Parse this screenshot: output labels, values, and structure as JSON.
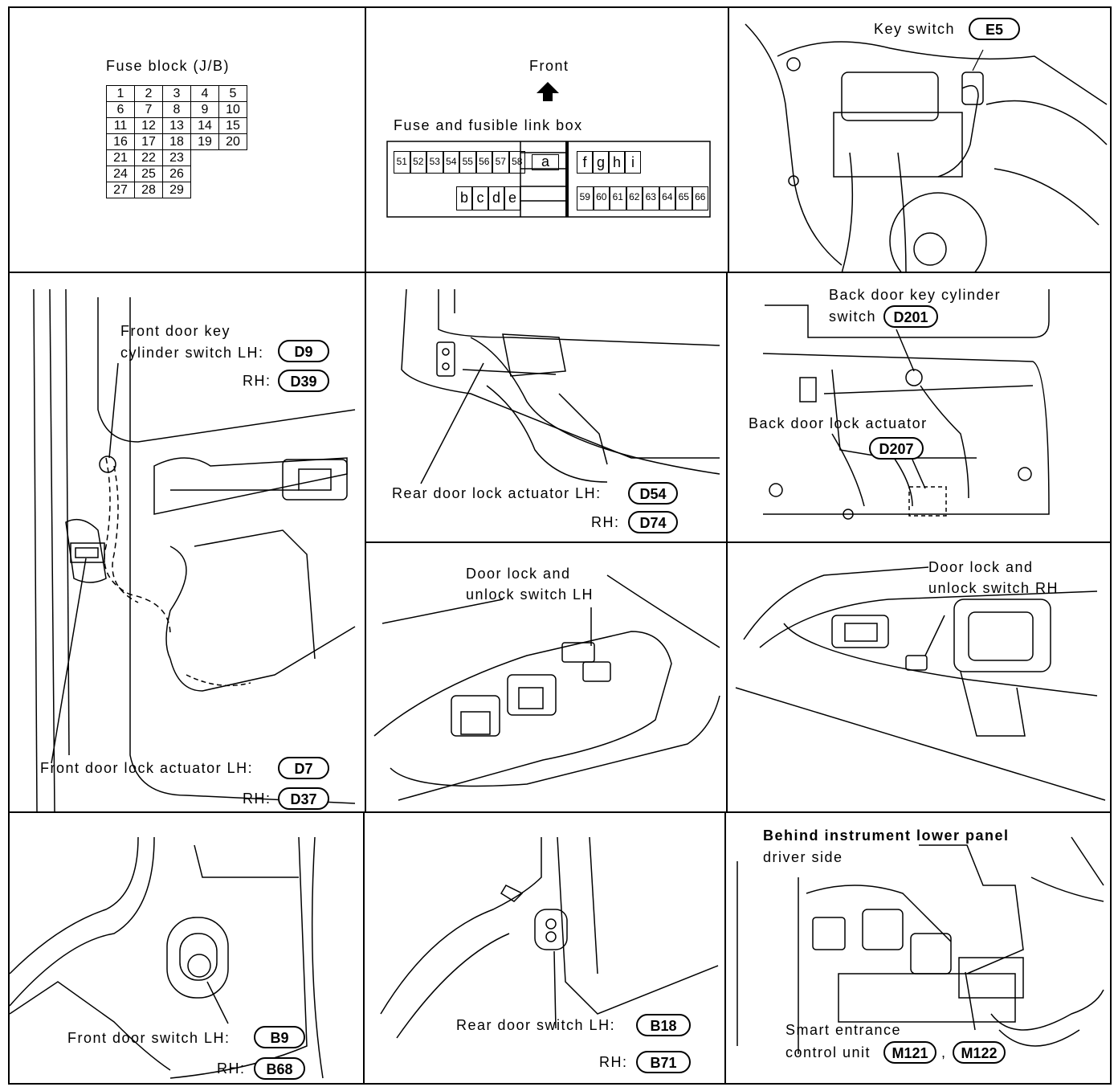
{
  "panel1": {
    "title": "Fuse block (J/B)",
    "rows": [
      [
        "1",
        "2",
        "3",
        "4",
        "5"
      ],
      [
        "6",
        "7",
        "8",
        "9",
        "10"
      ],
      [
        "11",
        "12",
        "13",
        "14",
        "15"
      ],
      [
        "16",
        "17",
        "18",
        "19",
        "20"
      ],
      [
        "21",
        "22",
        "23"
      ],
      [
        "24",
        "25",
        "26"
      ],
      [
        "27",
        "28",
        "29"
      ]
    ]
  },
  "panel2": {
    "front_label": "Front",
    "box_label": "Fuse and fusible link box",
    "top_left_fuses": [
      "51",
      "52",
      "53",
      "54",
      "55",
      "56",
      "57",
      "58"
    ],
    "link_a": "a",
    "bottom_left_links": [
      "b",
      "c",
      "d",
      "e"
    ],
    "top_right_links": [
      "f",
      "g",
      "h",
      "i"
    ],
    "bottom_right_fuses": [
      "59",
      "60",
      "61",
      "62",
      "63",
      "64",
      "65",
      "66"
    ]
  },
  "panel3": {
    "label": "Key switch",
    "connector": "E5"
  },
  "panel4": {
    "line1": "Front door key",
    "line2": "cylinder switch LH:",
    "lh": "D9",
    "rh_label": "RH:",
    "rh": "D39",
    "actuator_label": "Front door lock actuator LH:",
    "actuator_lh": "D7",
    "actuator_rh_label": "RH:",
    "actuator_rh": "D37"
  },
  "panel5": {
    "label": "Rear door lock actuator LH:",
    "lh": "D54",
    "rh_label": "RH:",
    "rh": "D74"
  },
  "panel6": {
    "line1": "Back door key cylinder",
    "line2": "switch",
    "switch_conn": "D201",
    "actuator_label": "Back door lock actuator",
    "actuator_conn": "D207"
  },
  "panel7": {
    "line1": "Door lock and",
    "line2": "unlock switch LH"
  },
  "panel8": {
    "line1": "Door lock and",
    "line2": "unlock switch RH"
  },
  "panel9": {
    "label": "Front door switch LH:",
    "lh": "B9",
    "rh_label": "RH:",
    "rh": "B68"
  },
  "panel10": {
    "label": "Rear door switch LH:",
    "lh": "B18",
    "rh_label": "RH:",
    "rh": "B71"
  },
  "panel11": {
    "line1": "Behind instrument lower panel",
    "line2": "driver side",
    "unit_line1": "Smart entrance",
    "unit_line2": "control unit",
    "conn1": "M121",
    "separator": ",",
    "conn2": "M122"
  }
}
